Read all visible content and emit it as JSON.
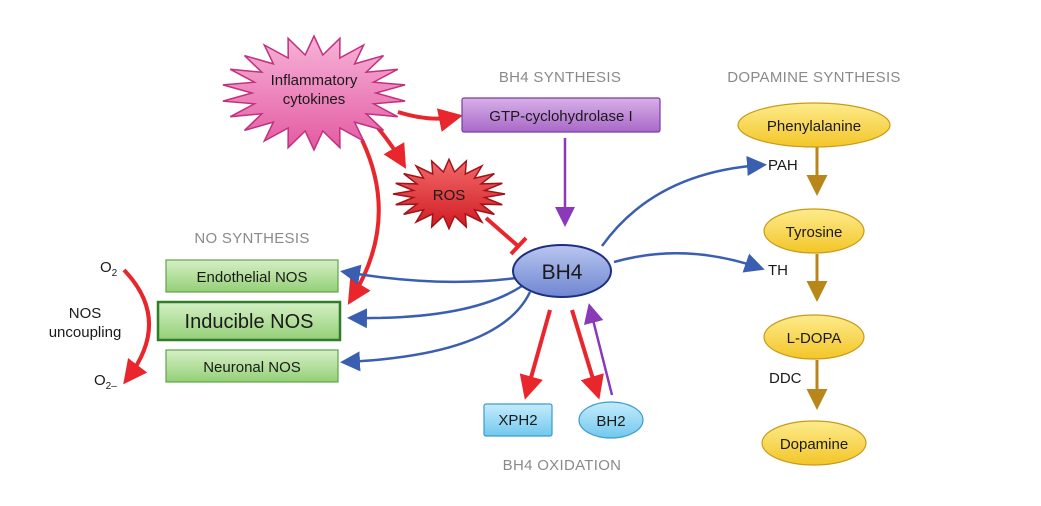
{
  "headers": {
    "bh4_synthesis": "BH4 SYNTHESIS",
    "dopamine_synthesis": "DOPAMINE SYNTHESIS",
    "no_synthesis": "NO SYNTHESIS",
    "bh4_oxidation": "BH4 OXIDATION"
  },
  "nodes": {
    "cytokines_line1": "Inflammatory",
    "cytokines_line2": "cytokines",
    "ros": "ROS",
    "gtp": "GTP-cyclohydrolase I",
    "bh4": "BH4",
    "endothelial_nos": "Endothelial NOS",
    "inducible_nos": "Inducible NOS",
    "neuronal_nos": "Neuronal NOS",
    "xph2": "XPH2",
    "bh2": "BH2",
    "phenylalanine": "Phenylalanine",
    "tyrosine": "Tyrosine",
    "ldopa": "L-DOPA",
    "dopamine": "Dopamine"
  },
  "enzymes": {
    "pah": "PAH",
    "th": "TH",
    "ddc": "DDC"
  },
  "uncoupling": {
    "o2": "O",
    "o2_sub": "2",
    "o2minus": "O",
    "o2minus_sub": "2–",
    "label_line1": "NOS",
    "label_line2": "uncoupling"
  },
  "colors": {
    "red_arrow": "#e8262c",
    "blue_arrow": "#3a5fb0",
    "purple_arrow": "#8a3ab8",
    "gold_arrow": "#b8861a",
    "cytokine_fill": "#f07bb8",
    "ros_fill": "#e8262c",
    "gtp_fill": "#b57ad0",
    "bh4_fill": "#7f93d6",
    "nos_fill": "#a9d98e",
    "dopa_fill": "#f6d23c",
    "oxid_fill": "#7fd0f0"
  }
}
